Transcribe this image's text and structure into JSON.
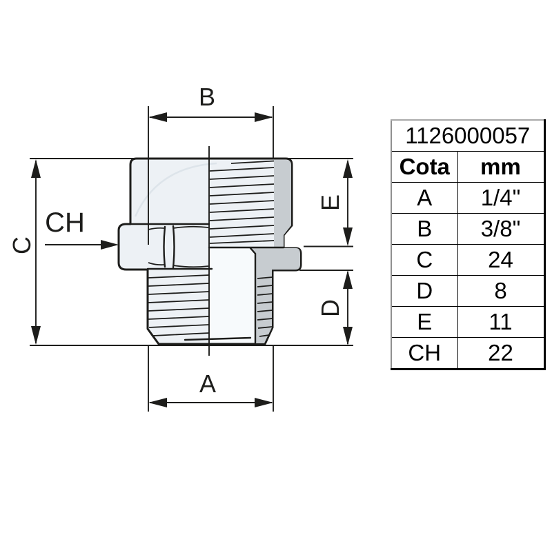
{
  "part_number": "1126000057",
  "spec_table": {
    "headers": {
      "dimension": "Cota",
      "unit": "mm"
    },
    "rows": [
      {
        "cota": "A",
        "mm": "1/4\""
      },
      {
        "cota": "B",
        "mm": "3/8\""
      },
      {
        "cota": "C",
        "mm": "24"
      },
      {
        "cota": "D",
        "mm": "8"
      },
      {
        "cota": "E",
        "mm": "11"
      },
      {
        "cota": "CH",
        "mm": "22"
      }
    ]
  },
  "drawing": {
    "labels": {
      "a": "A",
      "b": "B",
      "c": "C",
      "d": "D",
      "e": "E",
      "ch": "CH"
    },
    "colors": {
      "line": "#1d1d1b",
      "body_fill": "#edf1f5",
      "bore_fill": "#f7fafc",
      "metal_section_fill": "#c7ccd0"
    }
  }
}
